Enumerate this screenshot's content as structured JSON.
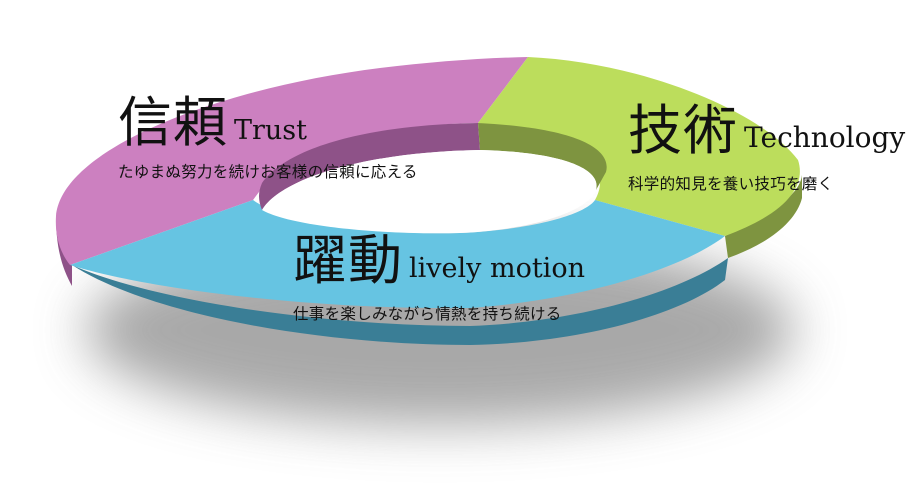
{
  "segments": [
    {
      "id": "trust",
      "kanji": "信頼",
      "english": "Trust",
      "description": "たゆまぬ努力を続けお客様の信頼に応える",
      "top_color": "#cc80c0",
      "side_color": "#8e5288"
    },
    {
      "id": "technology",
      "kanji": "技術",
      "english": "Technology",
      "description": "科学的知見を養い技巧を磨く",
      "top_color": "#bcdd5c",
      "side_color": "#7e9440"
    },
    {
      "id": "lively",
      "kanji": "躍動",
      "english": "lively motion",
      "description": "仕事を楽しみながら情熱を持ち続ける",
      "top_color": "#66c4e2",
      "side_color": "#3a7e96"
    }
  ]
}
